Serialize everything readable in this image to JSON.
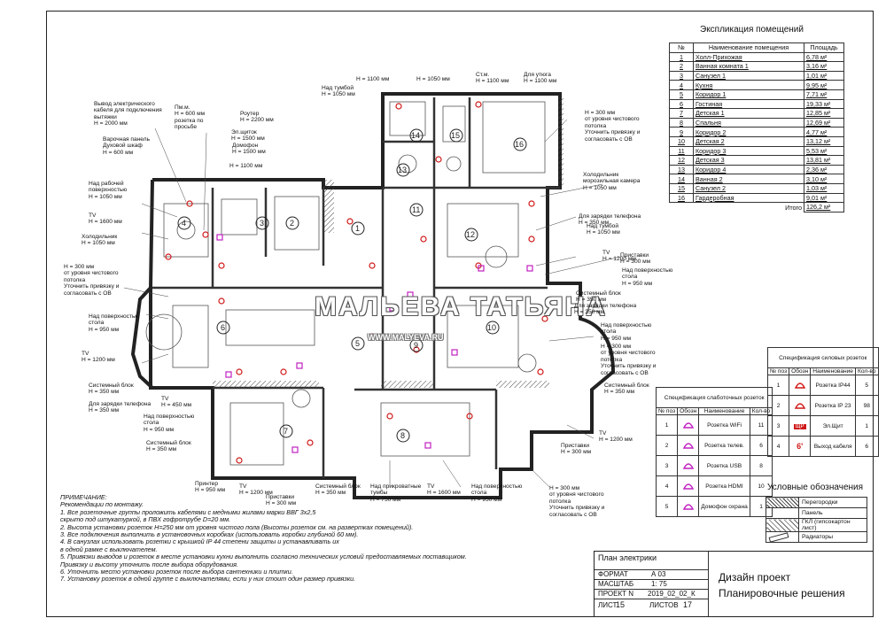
{
  "explication": {
    "title": "Экспликация помещений",
    "headers": [
      "№",
      "Наименование помещения",
      "Площадь"
    ],
    "rows": [
      [
        "1",
        "Холл-Прихожая",
        "6,78 м²"
      ],
      [
        "2",
        "Ванная комната 1",
        "3,16 м²"
      ],
      [
        "3",
        "Санузел 1",
        "1,01 м²"
      ],
      [
        "4",
        "Кухня",
        "9,95 м²"
      ],
      [
        "5",
        "Коридор 1",
        "7,71 м²"
      ],
      [
        "6",
        "Гостиная",
        "19,33 м²"
      ],
      [
        "7",
        "Детская 1",
        "12,85 м²"
      ],
      [
        "8",
        "Спальня",
        "12,69 м²"
      ],
      [
        "9",
        "Коридор 2",
        "4,77 м²"
      ],
      [
        "10",
        "Детская 2",
        "13,12 м²"
      ],
      [
        "11",
        "Коридор 3",
        "5,53 м²"
      ],
      [
        "12",
        "Детская 3",
        "13,81 м²"
      ],
      [
        "13",
        "Коридор 4",
        "2,36 м²"
      ],
      [
        "14",
        "Ванная 2",
        "3,10 м²"
      ],
      [
        "15",
        "Санузел 2",
        "1,03 м²"
      ],
      [
        "16",
        "Гардеробная",
        "9,01 м²"
      ]
    ],
    "total_label": "Итого",
    "total_value": "126,2 м²"
  },
  "spec_right": {
    "title": "Спецификация силовых розеток",
    "headers": [
      "№ поз",
      "Обозн",
      "Наименование",
      "Кол-во"
    ],
    "rows": [
      [
        "1",
        "Розетка IP44",
        "5"
      ],
      [
        "2",
        "Розетка IP 23",
        "98"
      ],
      [
        "3",
        "Эл.Щит",
        "1"
      ],
      [
        "4",
        "Выход кабеля",
        "6"
      ]
    ],
    "symbol_badge": "ЩР",
    "symbol_mark": "6'"
  },
  "spec_left": {
    "title": "Спецификация слаботочных розеток",
    "headers": [
      "№ поз",
      "Обозн",
      "Наименование",
      "Кол-во"
    ],
    "rows": [
      [
        "1",
        "Розетка WiFi",
        "11"
      ],
      [
        "2",
        "Розетка телев.",
        "6"
      ],
      [
        "3",
        "Розетка USB",
        "8"
      ],
      [
        "4",
        "Розетка HDMI",
        "10"
      ],
      [
        "5",
        "Домофон охрана",
        "1"
      ]
    ]
  },
  "legend": {
    "title": "Условные обозначения",
    "items": [
      "Перегородки",
      "Панель",
      "ГКЛ (гипсокартон лист)",
      "Радиаторы"
    ]
  },
  "notes": {
    "title": "ПРИМЕЧАНИЕ:",
    "subtitle": "Рекомендации по монтажу.",
    "lines": [
      "1. Все розеточные группы проложить кабелями с медными жилами марки ВВГ 3х2,5",
      "скрыто под штукатуркой, в ПВХ гофротрубе D=20 мм.",
      "2. Высота установки розеток Н=250 мм от уровня чистого пола (Высоты розеток см. на развертках помещений).",
      "3. Все подключения выполнить в установочных коробках (использовать коробки глубиной 60 мм).",
      "4. В санузлах использовать розетки с крышкой IP 44 степени защиты и устанавливать их",
      "в одной рамке с выключателем.",
      "5. Привязки выводов и розеток в месте установки кухни выполнить согласно технических условий предоставляемых поставщиком.",
      "Привязку и высоту уточнить после выбора оборудования.",
      "6. Уточнить место установки розеток после выбора сантехники и плитки.",
      "7. Установку розеток в одной группе с выключателями, если у них стоит один размер привязки."
    ]
  },
  "stamp": {
    "sheet_name": "План электрики",
    "format_label": "ФОРМАТ",
    "format_value": "А 03",
    "scale_label": "МАСШТАБ",
    "scale_value": "1: 75",
    "project_label": "ПРОЕКТ N",
    "project_value": "2019_02_02_К",
    "sheet_label": "ЛИСТ",
    "sheet_value": "15",
    "sheets_label": "ЛИСТОВ",
    "sheets_value": "17",
    "title_1": "Дизайн проект",
    "title_2": "Планировочные решения"
  },
  "watermark": {
    "name": "МАЛЬЕВА ТАТЬЯНА",
    "url": "WWW.MALYEVA.RU"
  },
  "plan_labels": [
    "Вывод электрического\nкабеля для подключения\nвытяжки\nН = 2000 мм",
    "Пм.м.\nН = 600 мм\nрозетка по\nпросьбе",
    "Роутер\nН = 2200 мм",
    "Эл.щиток\nН = 1500 мм",
    "Домофон\nН = 1500 мм",
    "Варочная панель\nДуховой шкаф\nН = 600 мм",
    "Н = 1100 мм",
    "Над рабочей\nповерхностью\nН = 1050 мм",
    "TV\nН = 1600 мм",
    "Холодильник\nН = 1050 мм",
    "Н = 300 мм\nот уровня чистового\nпотолка\nУточнить привязку и\nсогласовать с ОВ",
    "Над поверхностью\nстола\nН = 950 мм",
    "TV\nН = 1200 мм",
    "Системный блок\nН = 350 мм",
    "Для зарядки телефона\nН = 350 мм",
    "TV\nН = 450 мм",
    "Над поверхностью\nстола\nН = 950 мм",
    "Системный блок\nН = 350 мм",
    "Принтер\nН = 950 мм",
    "TV\nН = 1200 мм",
    "Приставки\nН = 300 мм",
    "Системный блок\nН = 350 мм",
    "Над прикроватные\nтумбы\nН = 750 мм",
    "TV\nН = 1600 мм",
    "Над поверхностью\nстола\nН = 950 мм",
    "Н = 300 мм\nот уровня чистового\nпотолка\nУточнить привязку и\nсогласовать с ОВ",
    "Над тумбой\nН = 1050 мм",
    "Н = 1100 мм",
    "Н = 1050 мм",
    "Ст.м.\nН = 1100 мм",
    "Для утюга\nН = 1100 мм",
    "Н = 300 мм\nот уровня чистового\nпотолка\nУточнить привязку и\nсогласовать с ОВ",
    "Холодильник\nморозильная камера\nН = 1050 мм",
    "Для зарядки телефона\nН = 350 мм",
    "Над тумбой\nН = 1050 мм",
    "TV\nН = 1200 мм",
    "Приставки\nН = 300 мм",
    "Над поверхностью\nстола\nН = 950 мм",
    "Системный блок\nН = 350 мм",
    "Для зарядки телефона\nН = 350 мм",
    "Над поверхностью\nстола\nН = 950 мм",
    "Н = 300 мм\nот уровня чистового\nпотолка\nУточнить привязку и\nсогласовать с ОВ",
    "Системный блок\nН = 350 мм",
    "TV\nН = 1200 мм",
    "Приставки\nН = 300 мм"
  ],
  "room_numbers": [
    "1",
    "2",
    "3",
    "4",
    "5",
    "6",
    "7",
    "8",
    "9",
    "10",
    "11",
    "12",
    "13",
    "14",
    "15",
    "16"
  ]
}
